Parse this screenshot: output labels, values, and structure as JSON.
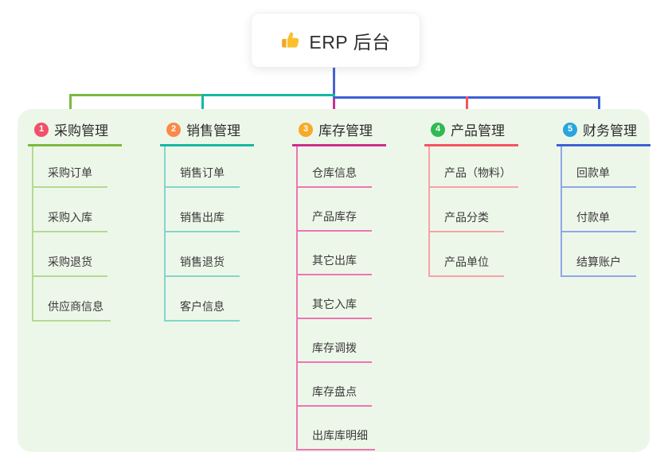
{
  "root": {
    "title": "ERP 后台",
    "icon": "thumbs-up-icon"
  },
  "colors": {
    "stem": "#4a62d6",
    "panel": "#edf7e9"
  },
  "branches": [
    {
      "badge": "1",
      "title": "采购管理",
      "colors": {
        "badge": "#f0506a",
        "accent": "#7cb93f",
        "light": "#b4da90"
      },
      "items": [
        "采购订单",
        "采购入库",
        "采购退货",
        "供应商信息"
      ]
    },
    {
      "badge": "2",
      "title": "销售管理",
      "colors": {
        "badge": "#f98a4a",
        "accent": "#16b8a3",
        "light": "#82d6c9"
      },
      "items": [
        "销售订单",
        "销售出库",
        "销售退货",
        "客户信息"
      ]
    },
    {
      "badge": "3",
      "title": "库存管理",
      "colors": {
        "badge": "#f9a928",
        "accent": "#ce2e8f",
        "light": "#ef74b4"
      },
      "items": [
        "仓库信息",
        "产品库存",
        "其它出库",
        "其它入库",
        "库存调拨",
        "库存盘点",
        "出库库明细"
      ]
    },
    {
      "badge": "4",
      "title": "产品管理",
      "colors": {
        "badge": "#2fba52",
        "accent": "#f4555e",
        "light": "#f8a2a6"
      },
      "items": [
        "产品（物料）",
        "产品分类",
        "产品单位"
      ]
    },
    {
      "badge": "5",
      "title": "财务管理",
      "colors": {
        "badge": "#2aa4dd",
        "accent": "#3d60d6",
        "light": "#90a7e6"
      },
      "items": [
        "回款单",
        "付款单",
        "结算账户"
      ]
    }
  ]
}
